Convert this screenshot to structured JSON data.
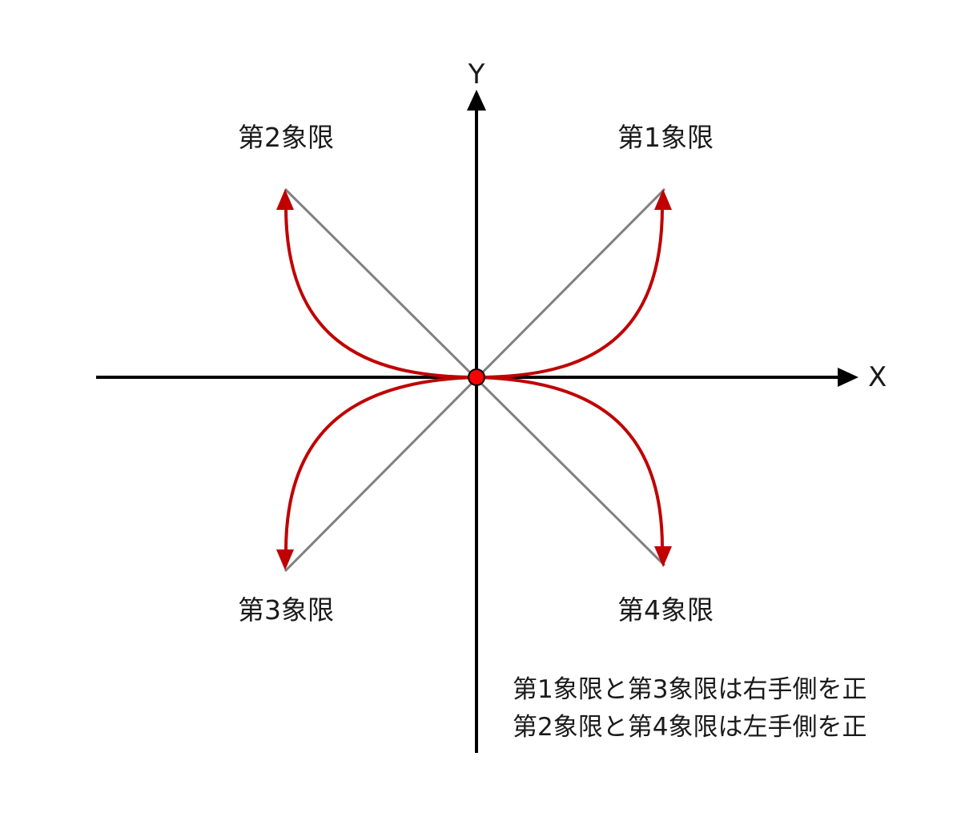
{
  "axes": {
    "x_label": "X",
    "y_label": "Y"
  },
  "quadrants": {
    "q1": "第1象限",
    "q2": "第2象限",
    "q3": "第3象限",
    "q4": "第4象限"
  },
  "notes": {
    "line1": "第1象限と第3象限は右手側を正",
    "line2": "第2象限と第4象限は左手側を正"
  },
  "colors": {
    "axis": "#000000",
    "diagonal": "#808080",
    "arc": "#c00000",
    "origin_fill": "#ff0000"
  }
}
